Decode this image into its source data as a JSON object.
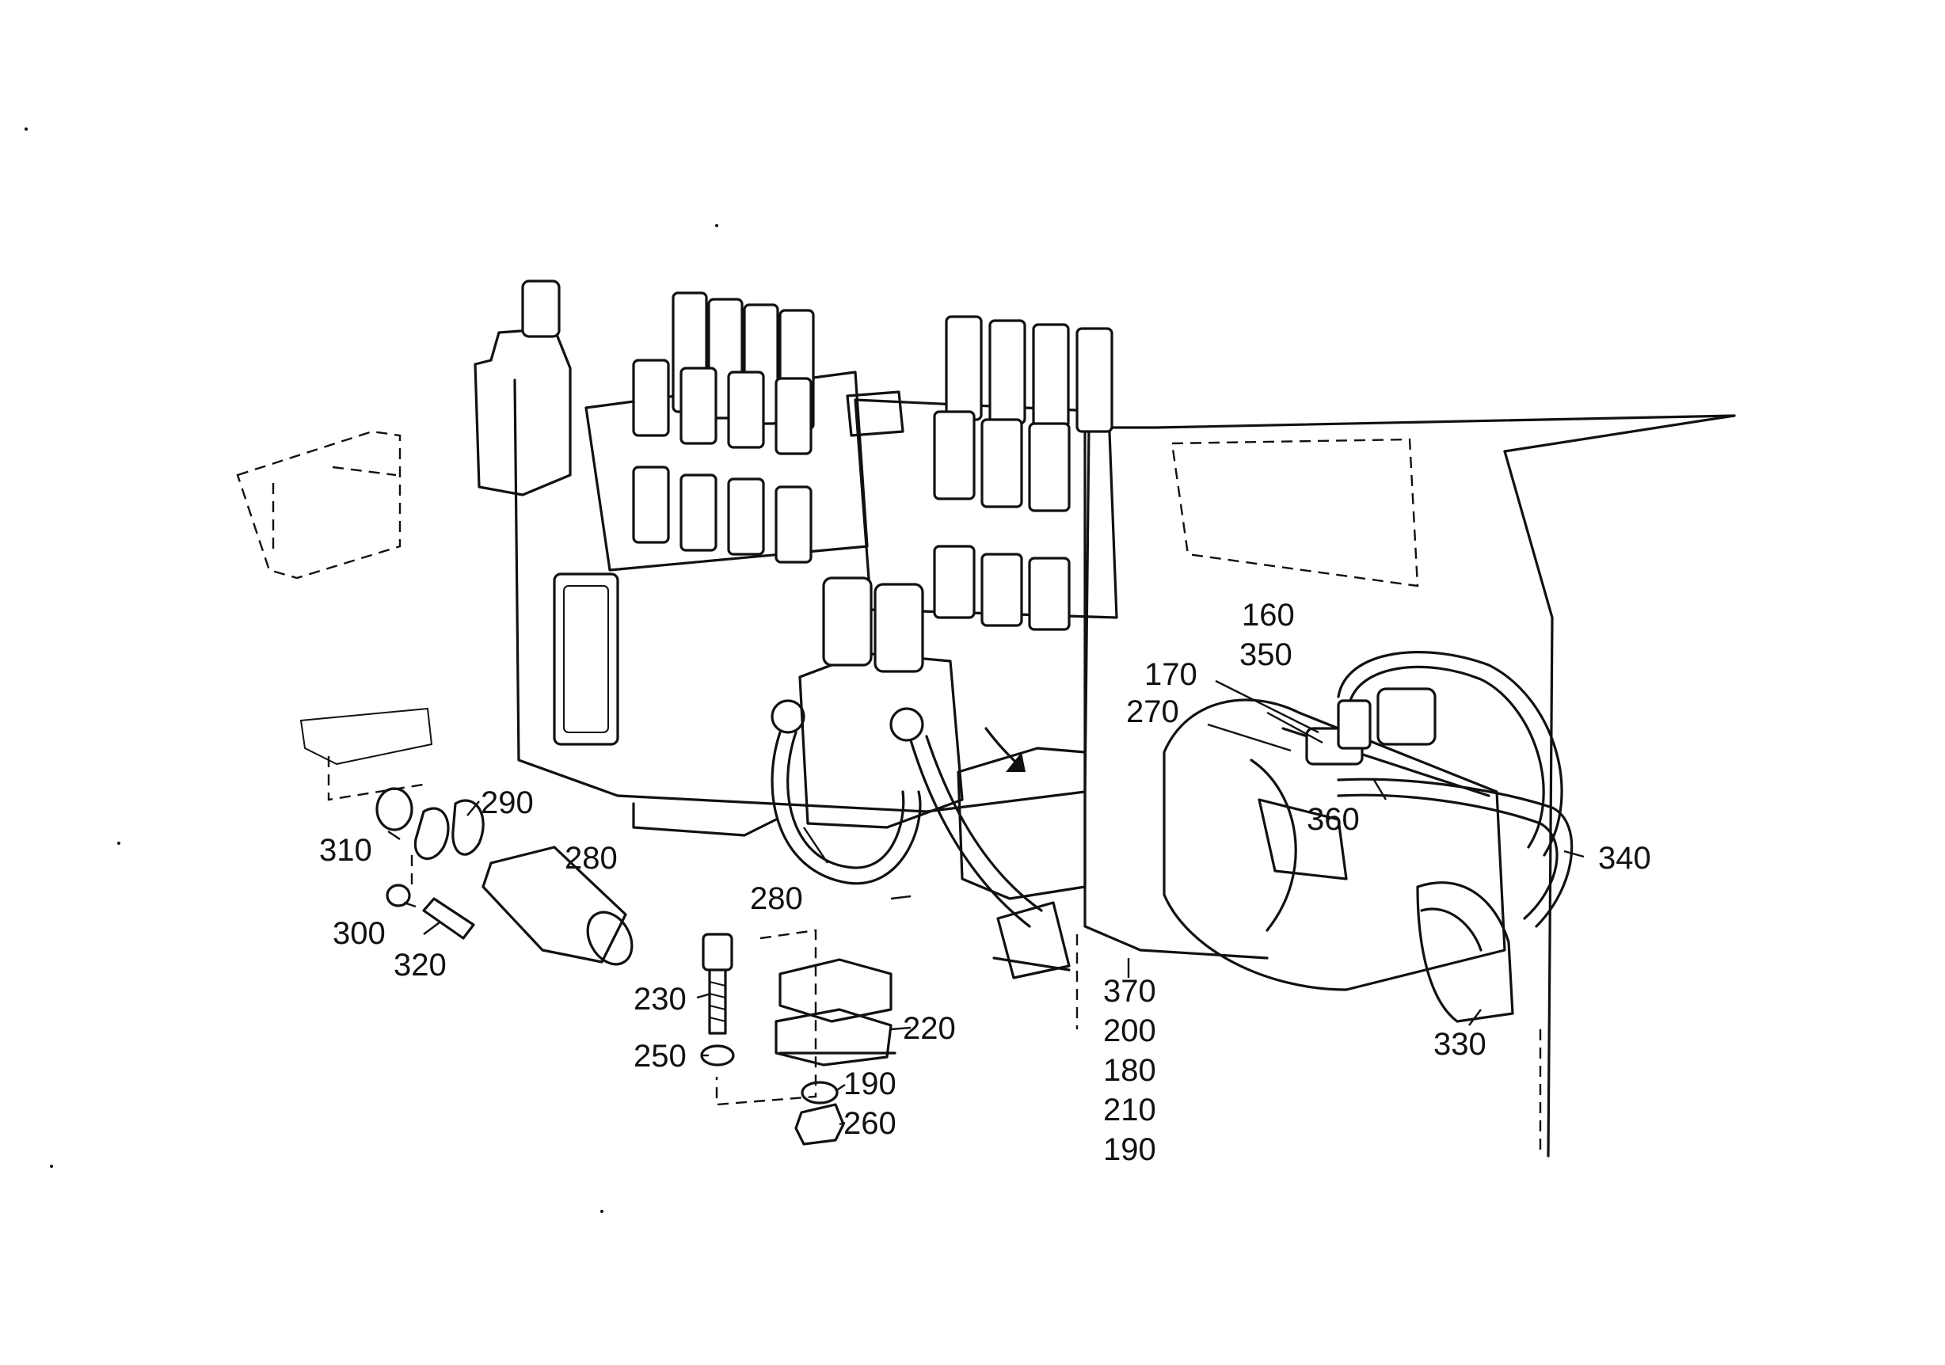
{
  "diagram": {
    "callouts": {
      "c160": "160",
      "c170": "170",
      "c350": "350",
      "c270": "270",
      "c360": "360",
      "c340": "340",
      "c330": "330",
      "c290": "290",
      "c280a": "280",
      "c280b": "280",
      "c310": "310",
      "c300": "300",
      "c320": "320",
      "c230": "230",
      "c250": "250",
      "c220": "220",
      "c190a": "190",
      "c260": "260",
      "c370": "370",
      "c200": "200",
      "c180": "180",
      "c210": "210",
      "c190b": "190"
    }
  }
}
